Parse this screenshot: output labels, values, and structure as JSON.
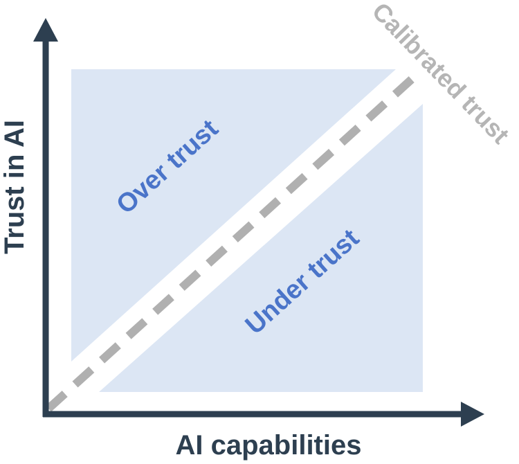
{
  "axes": {
    "x_label": "AI capabilities",
    "y_label": "Trust in AI"
  },
  "regions": {
    "over_label": "Over trust",
    "under_label": "Under trust"
  },
  "diagonal": {
    "label": "Calibrated trust"
  },
  "colors": {
    "axis": "#2d3f50",
    "region_fill": "#dce6f4",
    "region_text": "#4a74c9",
    "diagonal_line": "#b0b0b0",
    "diagonal_text": "#b5b5b5"
  }
}
